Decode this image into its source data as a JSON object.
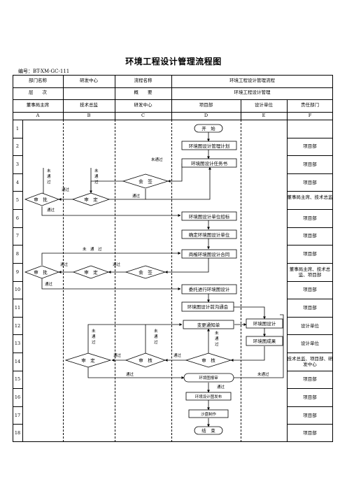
{
  "title": "环境工程设计管理流程图",
  "code": "编号：BT-XM-GC-111",
  "header": {
    "r1": [
      "部门名称",
      "研发中心",
      "流程名称",
      "环境工程设计管理流程"
    ],
    "r2": [
      "层　　次",
      "概　　要",
      "环境工程设计管理"
    ],
    "cols": [
      "董事局主席",
      "技术总监",
      "研发中心",
      "项目部",
      "设计单位",
      "责任部门"
    ],
    "letters": [
      "A",
      "B",
      "C",
      "D",
      "E",
      "F"
    ]
  },
  "rows": [
    "1",
    "2",
    "3",
    "4",
    "5",
    "6",
    "7",
    "8",
    "9",
    "10",
    "11",
    "12",
    "13",
    "14",
    "15",
    "16",
    "17",
    "18"
  ],
  "responsible": [
    "",
    "项目部",
    "项目部",
    "项目部",
    "董事局主席、技术总监",
    "项目部",
    "项目部",
    "项目部",
    "董事局主席、技术总监、项目部",
    "项目部",
    "项目部",
    "设计单位",
    "设计单位",
    "技术总监、项目部、研发中心",
    "项目部",
    "项目部",
    "项目部",
    "项目部"
  ],
  "nodes": {
    "start": "开　始",
    "plan": "环境图设计管理计划",
    "task": "环境图设计任务书",
    "sign1": "会　签",
    "approve1": "审　批",
    "decide1": "审　定",
    "bid": "环境图设计单位招标",
    "confirm": "确定环境图设计单位",
    "contract": "商榷环境图设计合同",
    "approve2": "审　批",
    "decide2": "审　定",
    "sign2": "会　签",
    "entrust": "委托进行环境图设计",
    "precomm": "环境图设计前沟通会",
    "design": "环境图设计",
    "result": "环境图成果",
    "change": "变更通知单",
    "decide3": "审　定",
    "review1": "审　核",
    "review2": "审　核",
    "report": "环境图报审",
    "publish": "环境设计图发布",
    "copy": "沙盘制作",
    "end": "结　束"
  },
  "labels": {
    "pass": "通过",
    "fail": "未通过",
    "fail_v": "未通过",
    "fail_spaced": "未　通　过"
  }
}
